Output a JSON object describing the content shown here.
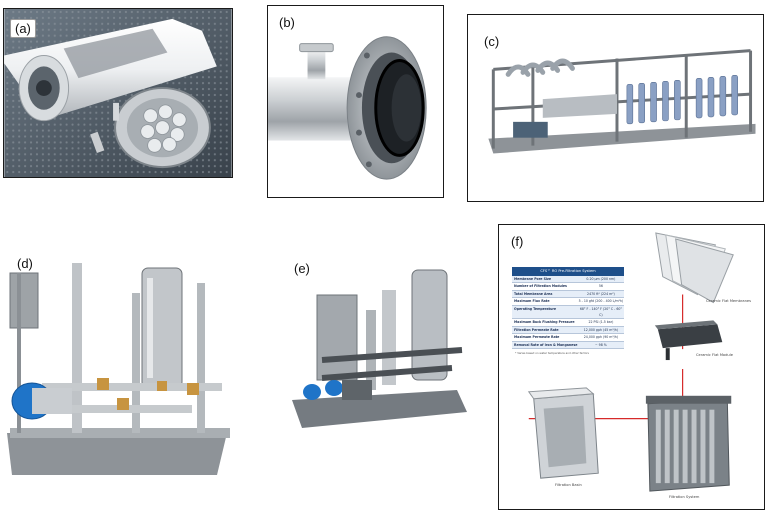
{
  "panels": [
    {
      "id": "a",
      "label": "(a)"
    },
    {
      "id": "b",
      "label": "(b)"
    },
    {
      "id": "c",
      "label": "(c)"
    },
    {
      "id": "d",
      "label": "(d)"
    },
    {
      "id": "e",
      "label": "(e)"
    },
    {
      "id": "f",
      "label": "(f)"
    }
  ],
  "spec_table": {
    "title": "CFS™ RO Pre-Filtration System",
    "rows": [
      {
        "key": "Membrane Pore Size",
        "value": "0.20 μm (200 nm)"
      },
      {
        "key": "Number of Filtration Modules",
        "value": "56"
      },
      {
        "key": "Total Membrane Area",
        "value": "2470 ft² (224 m²)"
      },
      {
        "key": "Maximum Flux Rate",
        "value": "5 - 10 gfd (200 - 400 L/m²h)"
      },
      {
        "key": "Operating Temperature",
        "value": "68° F - 140° F (20° C - 60° C)"
      },
      {
        "key": "Maximum Back Flushing Pressure",
        "value": "22 PSI (1.5 bar)"
      },
      {
        "key": "Filtration Permeate Rate",
        "value": "12,000 gph (45 m³/h)"
      },
      {
        "key": "Maximum Permeate Rate",
        "value": "24,000 gph (90 m³/h)"
      },
      {
        "key": "Removal Rate of Iron & Manganese",
        "value": "~ 98 %"
      }
    ],
    "note": "* Varies based on water temperature and other factors"
  },
  "captions": {
    "membranes": "Ceramic Flat Membranes",
    "module": "Ceramic Flat Module",
    "basin": "Filtration Basin",
    "system": "Filtration System"
  },
  "colors": {
    "steel": "#b9bec4",
    "frame": "#6e7378",
    "motor_blue": "#1f74c8",
    "table_header": "#1e4f8a",
    "flow_line": "#d62a2a",
    "base_grey": "#9fa4a8"
  }
}
